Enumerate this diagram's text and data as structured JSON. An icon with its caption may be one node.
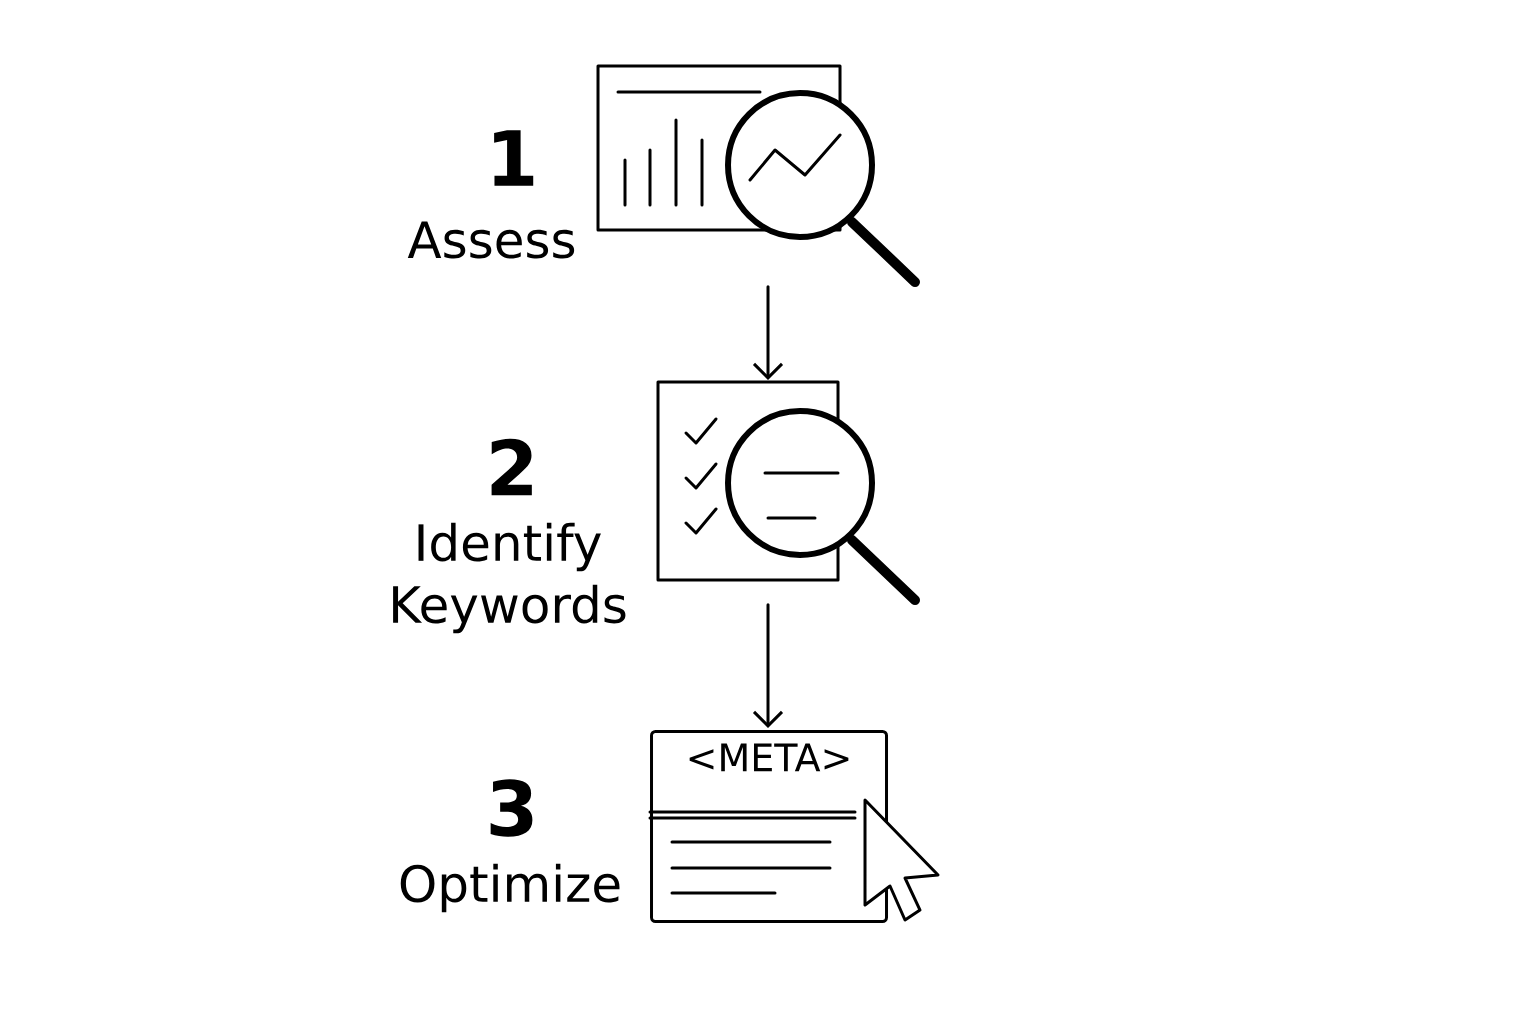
{
  "diagram": {
    "nodes": [
      {
        "text": [],
        "shape": "picture",
        "beside": [
          "1",
          "Assess"
        ]
      },
      {
        "text": [],
        "shape": "picture",
        "beside": [
          "2",
          "Identify Keywords"
        ]
      },
      {
        "text": [
          "<META>"
        ],
        "beside": [
          "3",
          "Optimize"
        ]
      }
    ],
    "edges": [
      {
        "from": 0,
        "to": 1,
        "arrow": "to"
      },
      {
        "from": 1,
        "to": 2,
        "arrow": "to"
      }
    ]
  }
}
